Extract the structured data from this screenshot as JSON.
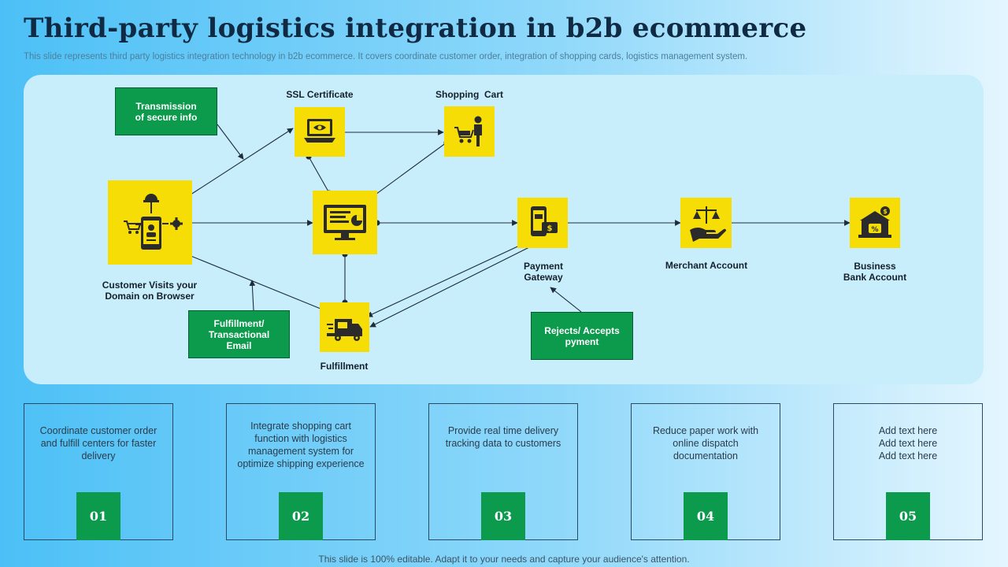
{
  "header": {
    "title": "Third-party logistics integration in b2b ecommerce",
    "subtitle": "This slide represents third party logistics integration technology in b2b ecommerce. It covers coordinate customer order, integration of shopping cards, logistics management system."
  },
  "diagram": {
    "nodes": {
      "customer": {
        "label": "Customer Visits your\nDomain on Browser",
        "icon": "customer-browser-icon"
      },
      "ssl": {
        "label": "SSL Certificate",
        "icon": "laptop-eye-icon"
      },
      "cart": {
        "label": "Shopping  Cart",
        "icon": "shopping-cart-person-icon"
      },
      "hub": {
        "icon": "dashboard-monitor-icon"
      },
      "payment": {
        "label": "Payment\nGateway",
        "icon": "mobile-payment-icon"
      },
      "merchant": {
        "label": "Merchant Account",
        "icon": "scale-hand-icon"
      },
      "bank": {
        "label": "Business\nBank Account",
        "icon": "bank-icon"
      },
      "fulfillment": {
        "label": "Fulfillment",
        "icon": "delivery-truck-icon"
      }
    },
    "notes": {
      "transmission": "Transmission\nof secure info",
      "email": "Fulfillment/\nTransactional\nEmail",
      "rejects": "Rejects/ Accepts\npyment"
    }
  },
  "cards": [
    {
      "number": "01",
      "text": "Coordinate customer order and fulfill centers for faster delivery"
    },
    {
      "number": "02",
      "text": "Integrate shopping cart function with logistics management  system for optimize shipping experience"
    },
    {
      "number": "03",
      "text": "Provide  real time delivery tracking data to customers"
    },
    {
      "number": "04",
      "text": "Reduce paper work with online dispatch documentation"
    },
    {
      "number": "05",
      "text": "Add text here\nAdd text here\nAdd text here"
    }
  ],
  "footer": "This slide is 100% editable. Adapt it to your needs and capture your audience's attention.",
  "colors": {
    "accent_yellow": "#f5dd05",
    "accent_green": "#0c9a4c",
    "panel": "#c8eefc",
    "title": "#102a43"
  }
}
